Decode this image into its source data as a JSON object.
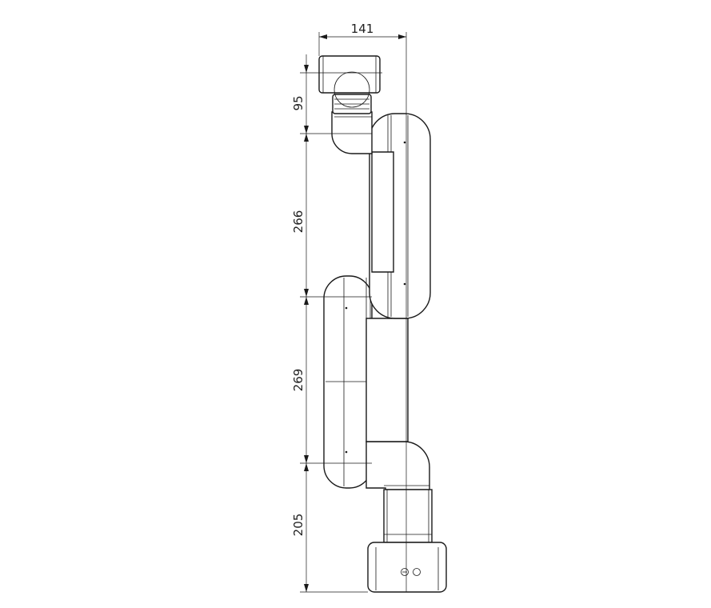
{
  "drawing": {
    "dimensions": {
      "overall_width": "141",
      "wrist_height": "95",
      "upper_link": "266",
      "lower_link": "269",
      "base_height": "205"
    }
  }
}
